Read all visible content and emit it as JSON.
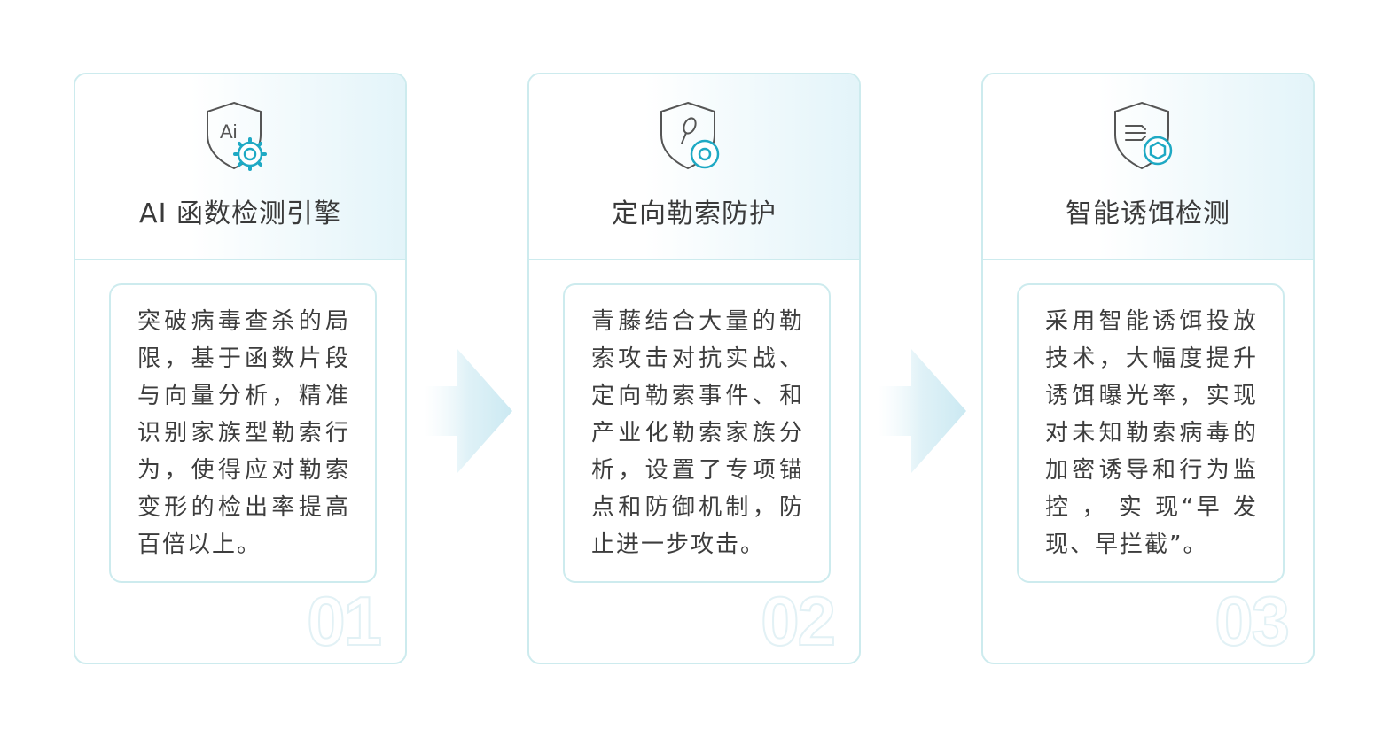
{
  "colors": {
    "border": "#cdebee",
    "accent": "#1ea9c4",
    "icon_stroke": "#555555",
    "text": "#3d3d3d",
    "number_outline": "#e2f1f5"
  },
  "cards": [
    {
      "icon": "ai-shield-gear-icon",
      "title": "AI 函数检测引擎",
      "description": "突破病毒查杀的局限，基于函数片段与向量分析，精准识别家族型勒索行为，使得应对勒索变形的检出率提高百倍以上。",
      "number": "01"
    },
    {
      "icon": "shield-probe-target-icon",
      "title": "定向勒索防护",
      "description": "青藤结合大量的勒索攻击对抗实战、定向勒索事件、和产业化勒索家族分析，设置了专项锚点和防御机制，防止进一步攻击。",
      "number": "02"
    },
    {
      "icon": "shield-circuit-hexagon-icon",
      "title": "智能诱饵检测",
      "description": "采用智能诱饵投放技术，大幅度提升诱饵曝光率，实现对未知勒索病毒的加密诱导和行为监控 ， 实 现“早 发现、早拦截”。",
      "number": "03"
    }
  ],
  "arrows": [
    "arrow-right-icon",
    "arrow-right-icon"
  ]
}
